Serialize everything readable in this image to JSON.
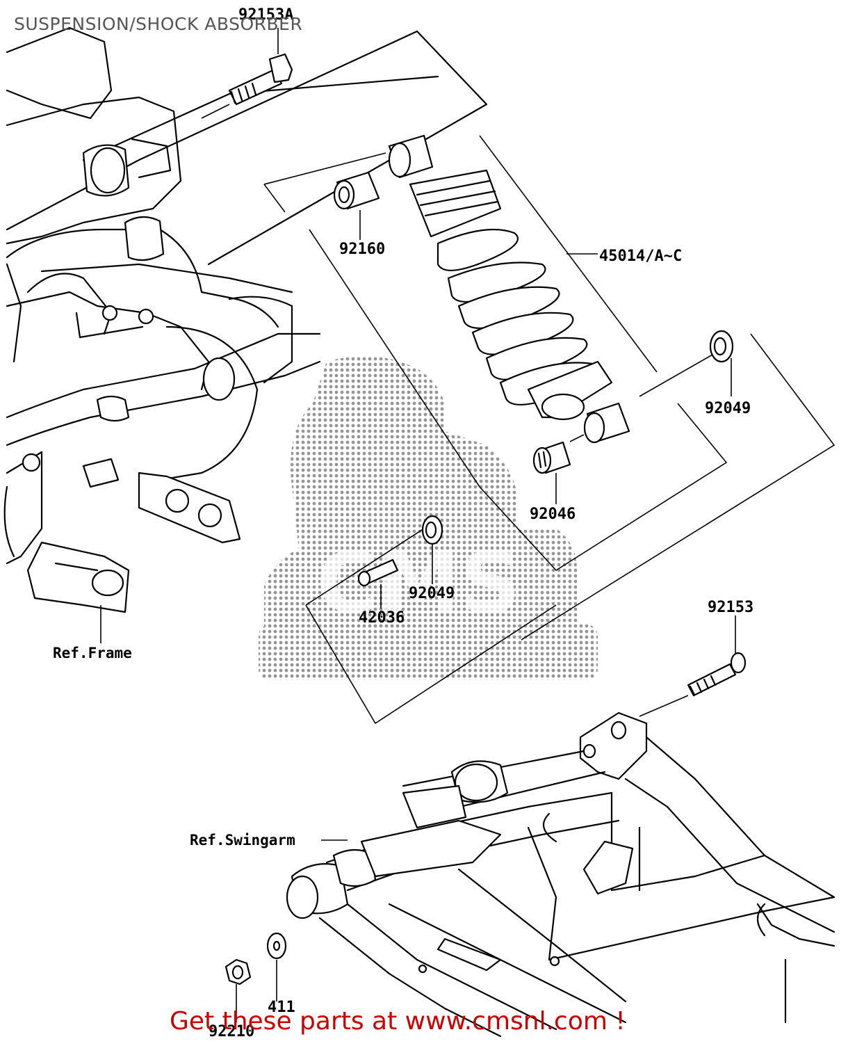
{
  "title": "SUSPENSION/SHOCK ABSORBER",
  "footer": "Get these parts at www.cmsnl.com !",
  "accent_color": "#cc0000",
  "watermark_text": "CMS",
  "parts": {
    "p92153A": "92153A",
    "p92160": "92160",
    "p45014": "45014/A~C",
    "p92049a": "92049",
    "p92046": "92046",
    "p92049b": "92049",
    "p42036": "42036",
    "p92153": "92153",
    "p411": "411",
    "p92210": "92210"
  },
  "refs": {
    "frame": "Ref.Frame",
    "swingarm": "Ref.Swingarm"
  }
}
